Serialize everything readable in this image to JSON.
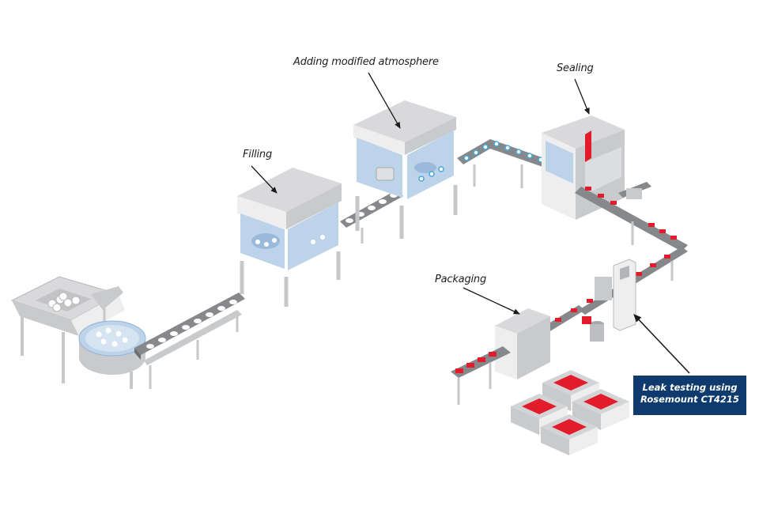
{
  "colors": {
    "machine_top": "#d9d9db",
    "machine_side": "#c9cacc",
    "machine_front": "#eeeeef",
    "frame": "#c6c7c9",
    "conveyor": "#87888b",
    "conveyor_edge": "#6c6d70",
    "glass": "#bcd3ea",
    "glass_dark": "#9ab9db",
    "container_white": "#ffffff",
    "container_blue_ring": "#4aa6d8",
    "container_red": "#e31c2b",
    "crate": "#d3d4d6",
    "callout_box": "#0f3a6e",
    "arrow": "#1a1a1a"
  },
  "labels": {
    "filling": "Filling",
    "atmosphere": "Adding modified atmosphere",
    "sealing": "Sealing",
    "packaging": "Packaging",
    "leak_line1": "Leak testing using",
    "leak_line2": "Rosemount CT4215"
  }
}
